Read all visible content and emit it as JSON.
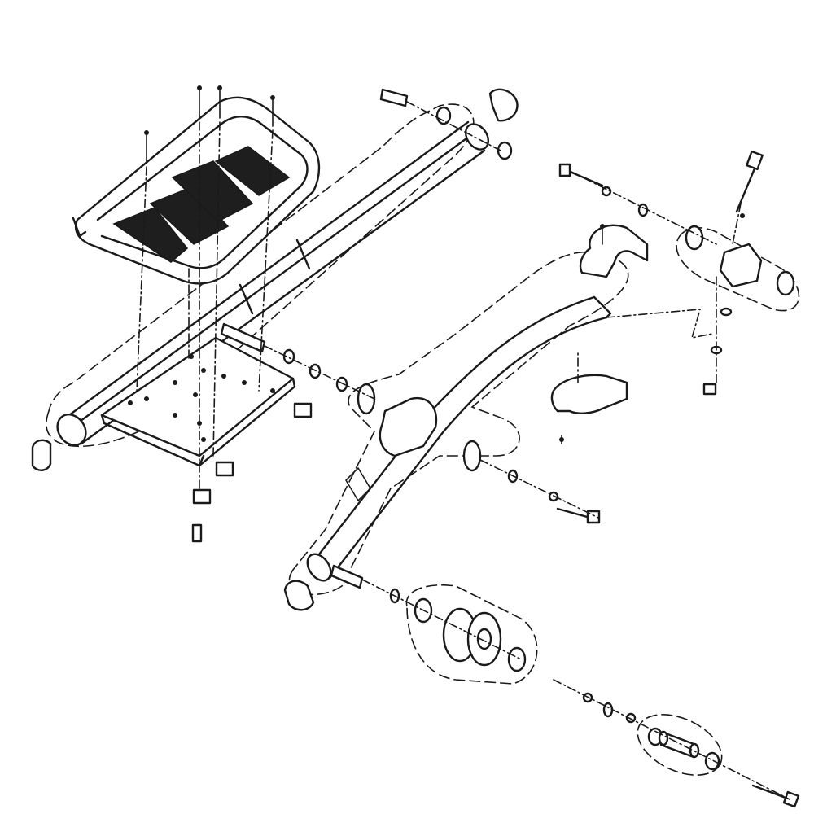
{
  "diagram": {
    "kind": "exploded-parts-view",
    "style": "black line art on white",
    "colors": {
      "line": "#1a1a1a",
      "background": "#ffffff"
    },
    "parts": [
      "pedal-platform",
      "pedal-plate",
      "pedal-arm",
      "crank-bracket-frame",
      "roller-wheel",
      "axle-assembly",
      "end-cap-left",
      "end-cap-top",
      "end-cap-bottom",
      "pivot-bushing",
      "upper-clamp",
      "lower-clamp",
      "pivot-block",
      "bolts",
      "washers",
      "nuts",
      "screws"
    ]
  }
}
